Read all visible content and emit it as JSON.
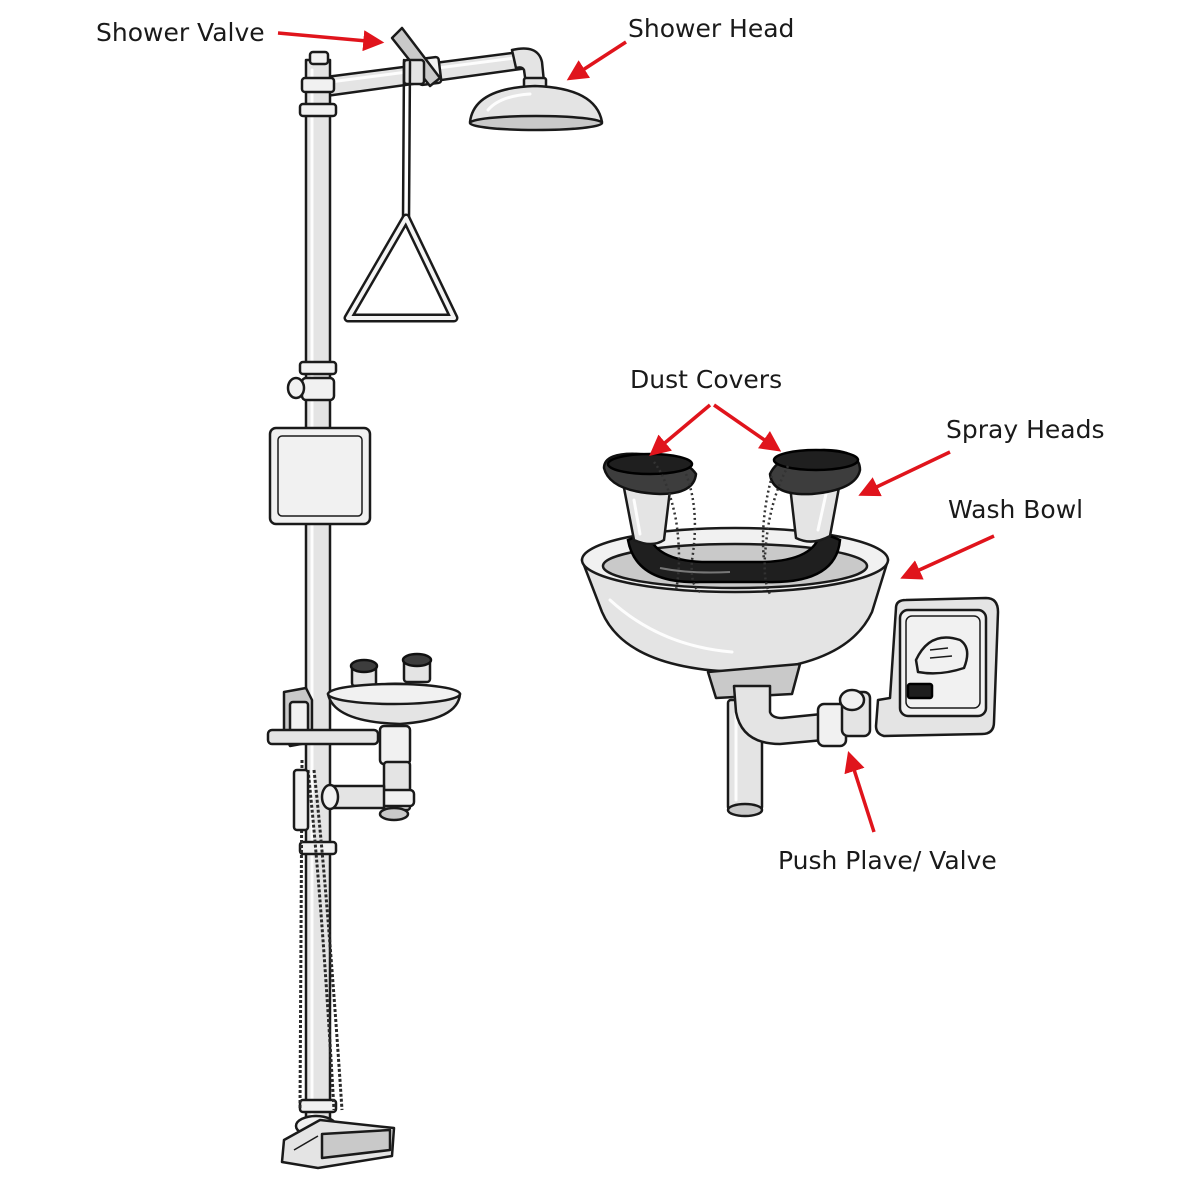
{
  "labels": {
    "shower_valve": "Shower Valve",
    "shower_head": "Shower Head",
    "dust_covers": "Dust Covers",
    "spray_heads": "Spray Heads",
    "wash_bowl": "Wash Bowl",
    "push_plate_valve": "Push Plave/ Valve"
  },
  "colors": {
    "arrow": "#e0141c",
    "outline": "#1a1a1a",
    "metal": "#e4e4e4",
    "dark": "#3d3d3d"
  }
}
